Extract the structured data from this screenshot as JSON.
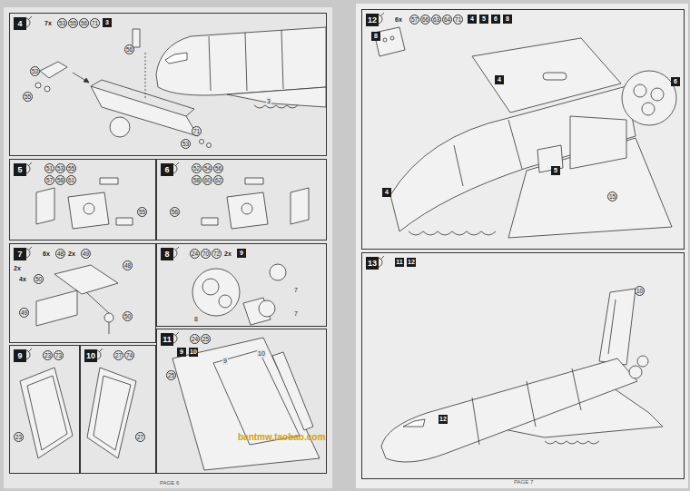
{
  "diagram": {
    "nodes": [
      {
        "text": [
          "4",
          "7x",
          "53",
          "55",
          "56",
          "71",
          "3",
          "53",
          "55",
          "56",
          "71",
          "53",
          "3"
        ]
      },
      {
        "text": [
          "5",
          "51",
          "53",
          "55",
          "57",
          "58",
          "61",
          "55"
        ]
      },
      {
        "text": [
          "6",
          "52",
          "54",
          "56",
          "58",
          "60",
          "62",
          "56"
        ]
      },
      {
        "text": [
          "7",
          "6x",
          "48",
          "2x",
          "49",
          "2x",
          "4x",
          "50",
          "48",
          "49",
          "50"
        ]
      },
      {
        "text": [
          "8",
          "24",
          "70",
          "72",
          "2x",
          "9",
          "7",
          "7",
          "8"
        ]
      },
      {
        "text": [
          "9",
          "23",
          "73",
          "23"
        ]
      },
      {
        "text": [
          "10",
          "27",
          "74",
          "27"
        ]
      },
      {
        "text": [
          "11",
          "24",
          "25",
          "9",
          "10",
          "25",
          "9",
          "10"
        ]
      },
      {
        "text": [
          "12",
          "6x",
          "57",
          "66",
          "63",
          "64",
          "71",
          "4",
          "5",
          "6",
          "8",
          "8",
          "4",
          "4",
          "5",
          "6",
          "15"
        ]
      },
      {
        "text": [
          "13",
          "11",
          "12",
          "12",
          "10"
        ]
      }
    ],
    "labels": [
      "bantmw.taobao.com",
      "PAGE 6",
      "PAGE 7"
    ]
  }
}
